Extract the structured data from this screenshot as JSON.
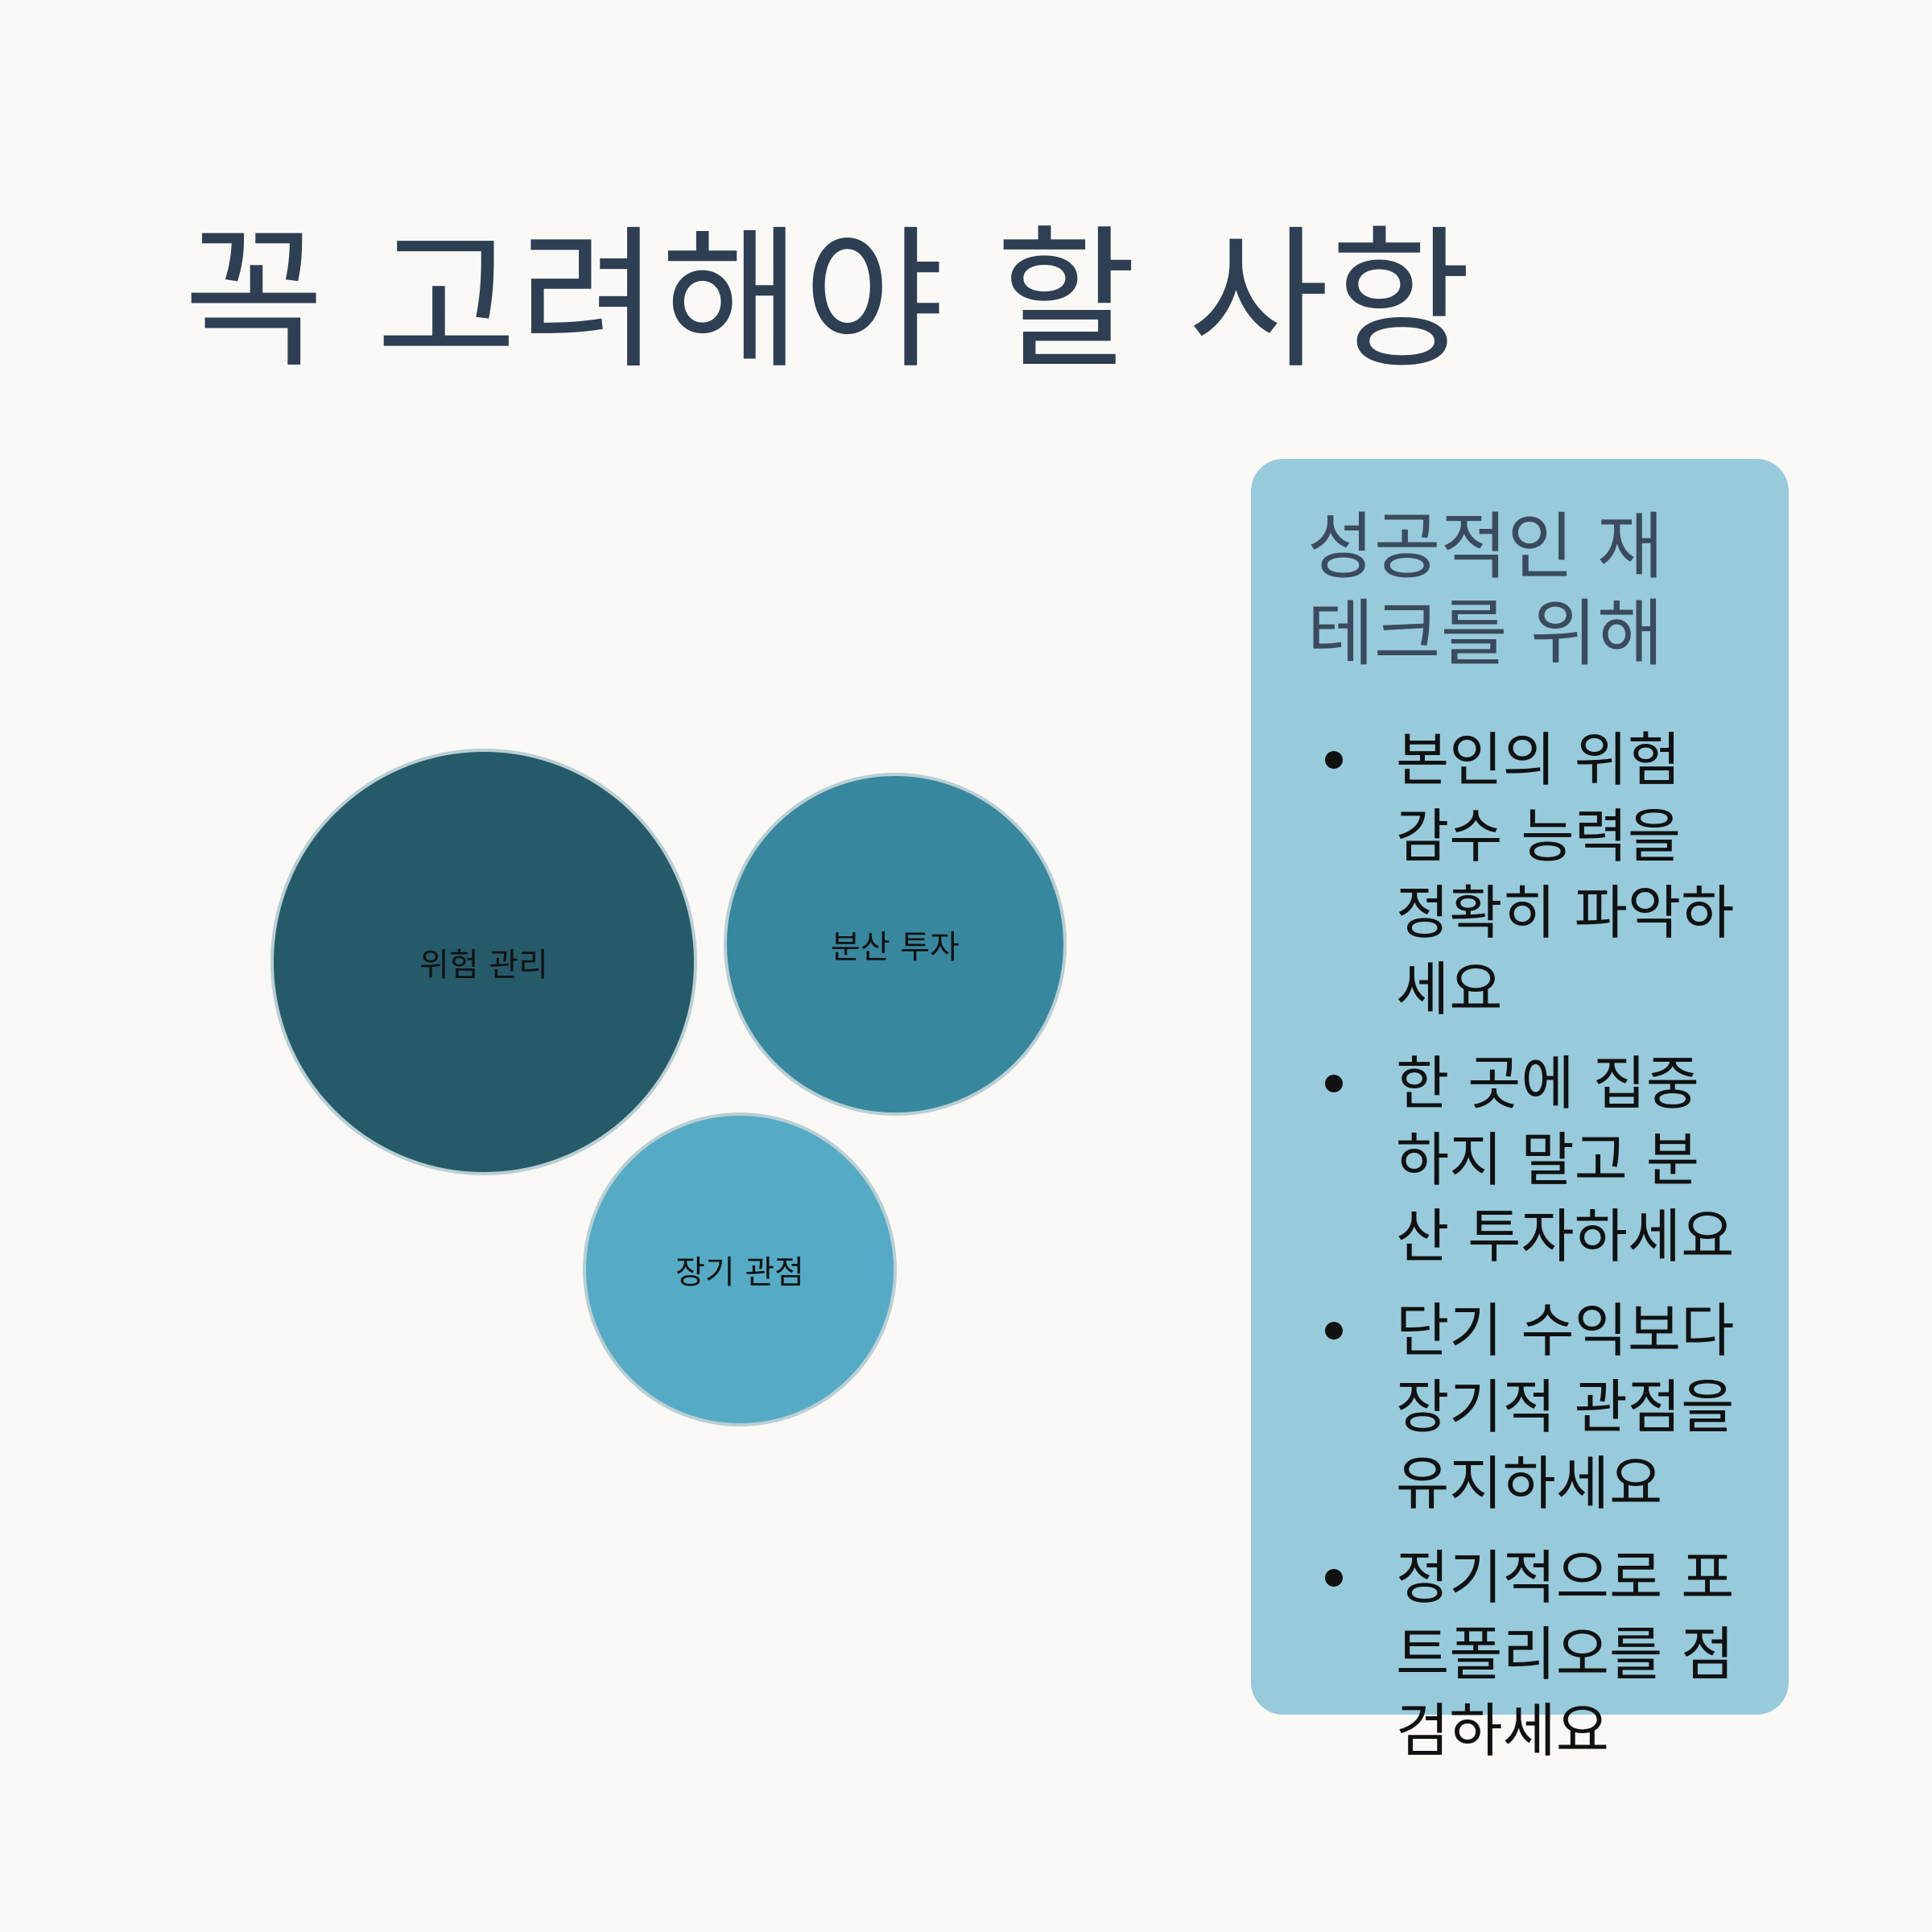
{
  "title": "꼭 고려해야 할 사항",
  "diagram": {
    "circles": [
      {
        "label": "위험 관리",
        "color": "#255a69"
      },
      {
        "label": "분산 투자",
        "color": "#37879e"
      },
      {
        "label": "장기 관점",
        "color": "#55abc5"
      }
    ]
  },
  "panel": {
    "title": "성공적인 재테크를 위해",
    "background": "#97cbdb",
    "items": [
      "본인의 위험 감수 능력을 정확히 파악하세요",
      "한 곳에 집중하지 말고 분산 투자하세요",
      "단기 수익보다 장기적 관점을 유지하세요",
      "정기적으로 포트폴리오를 점검하세요"
    ]
  }
}
